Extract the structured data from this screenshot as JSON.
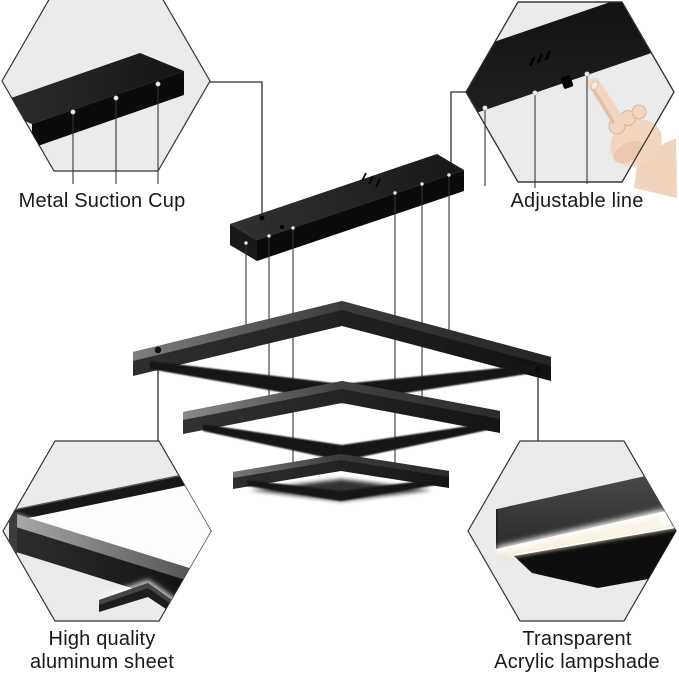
{
  "image": {
    "type": "product-feature-infographic",
    "subject": "three-tier square pendant chandelier",
    "background_color": "#ffffff"
  },
  "callouts": [
    {
      "position": "top-left",
      "label": "Metal Suction Cup"
    },
    {
      "position": "top-right",
      "label": "Adjustable line"
    },
    {
      "position": "bottom-left",
      "label_line1": "High quality",
      "label_line2": "aluminum sheet"
    },
    {
      "position": "bottom-right",
      "label_line1": "Transparent",
      "label_line2": "Acrylic lampshade"
    }
  ],
  "colors": {
    "hexagon_fill": "#ebebeb",
    "hexagon_border": "#333333",
    "frame_black": "#1b1b1b",
    "label_text": "#191919",
    "hand_skin": "#f2d6c0",
    "led_glow_warm": "#efdfb6",
    "wire": "#373737"
  }
}
